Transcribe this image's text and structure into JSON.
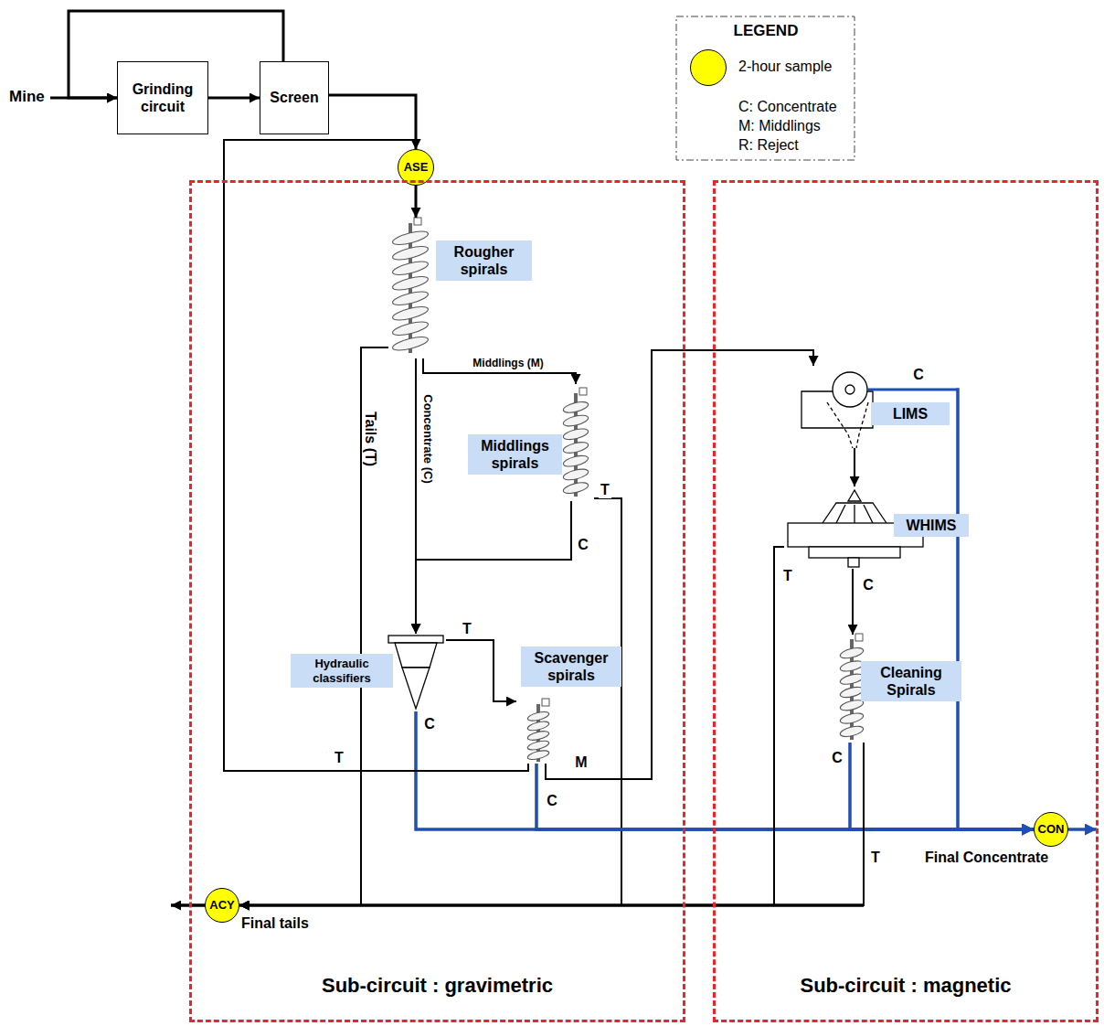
{
  "diagram": {
    "nodes": [
      {
        "text": [
          "Grinding circuit"
        ]
      },
      {
        "text": [
          "Screen"
        ]
      },
      {
        "text": [
          "ASE"
        ]
      },
      {
        "text": [
          "Sub-circuit : gravimetric"
        ]
      },
      {
        "text": [
          "Rougher spirals"
        ],
        "in": 3
      },
      {
        "text": [
          "Middlings spirals"
        ],
        "in": 3
      },
      {
        "text": [
          "Hydraulic classifiers"
        ],
        "in": 3
      },
      {
        "text": [
          "Scavenger spirals"
        ],
        "in": 3
      },
      {
        "text": [
          "ACY"
        ],
        "in": 3
      },
      {
        "text": [
          "Sub-circuit : magnetic"
        ]
      },
      {
        "text": [
          "LIMS"
        ],
        "in": 9
      },
      {
        "text": [
          "WHIMS"
        ],
        "in": 9
      },
      {
        "text": [
          "Cleaning Spirals"
        ],
        "in": 9
      },
      {
        "text": [
          "CON"
        ],
        "in": 9
      }
    ],
    "edges": [
      {
        "from": 0,
        "to": 1,
        "arrow": "to"
      },
      {
        "from": 1,
        "to": 0,
        "arrow": "to"
      },
      {
        "from": 1,
        "to": 2,
        "arrow": "to"
      },
      {
        "from": 2,
        "to": 4,
        "arrow": "to"
      },
      {
        "from": 4,
        "to": 8,
        "label": "Tails (T)",
        "arrow": "to"
      },
      {
        "from": 4,
        "to": 5,
        "label": "Middlings (M)",
        "arrow": "to"
      },
      {
        "from": 4,
        "to": 6,
        "label": "Concentrate (C)",
        "arrow": "to"
      },
      {
        "from": 5,
        "to": 6,
        "label": "C",
        "arrow": "to"
      },
      {
        "from": 5,
        "to": 8,
        "label": "T",
        "arrow": "to"
      },
      {
        "from": 6,
        "to": 7,
        "label": "T",
        "arrow": "to"
      },
      {
        "from": 6,
        "to": 13,
        "label": "C",
        "arrow": "to"
      },
      {
        "from": 7,
        "to": 2,
        "label": "T",
        "arrow": "to"
      },
      {
        "from": 7,
        "to": 13,
        "label": "C",
        "arrow": "to"
      },
      {
        "from": 7,
        "to": 10,
        "label": "M",
        "arrow": "to"
      },
      {
        "from": 10,
        "to": 13,
        "label": "C",
        "arrow": "to"
      },
      {
        "from": 10,
        "to": 11,
        "arrow": "to"
      },
      {
        "from": 11,
        "to": 8,
        "label": "T",
        "arrow": "to"
      },
      {
        "from": 11,
        "to": 12,
        "label": "C",
        "arrow": "to"
      },
      {
        "from": 12,
        "to": 13,
        "label": "C",
        "arrow": "to"
      },
      {
        "from": 12,
        "to": 8,
        "label": "T",
        "arrow": "to"
      }
    ],
    "labels": [
      "Mine",
      "Final tails",
      "Final Concentrate",
      "LEGEND"
    ],
    "legend": [
      {
        "text": "2-hour sample",
        "color": "#ffff00"
      },
      {
        "text": "C: Concentrate"
      },
      {
        "text": "M: Middlings"
      },
      {
        "text": "R: Reject"
      }
    ]
  }
}
